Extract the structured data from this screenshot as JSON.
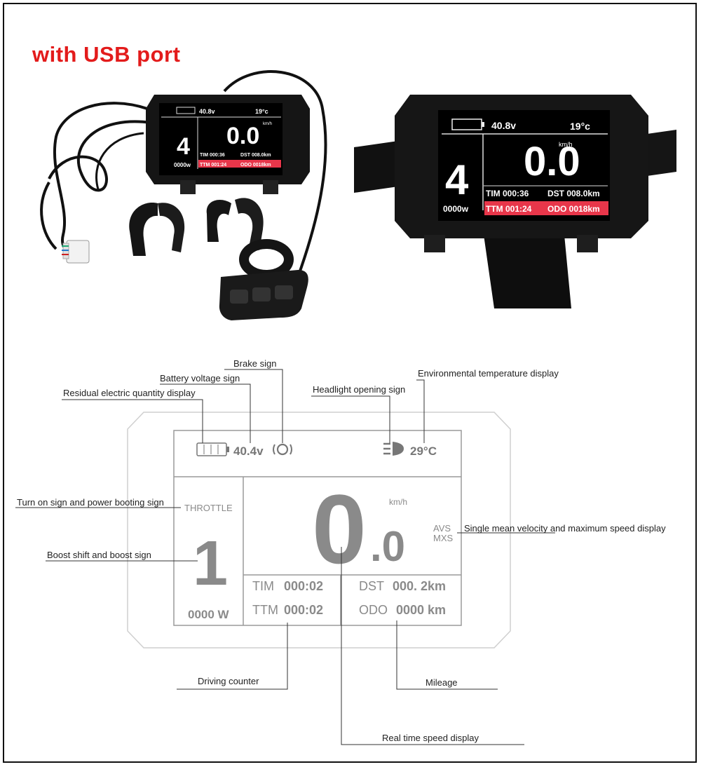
{
  "title": "with USB port",
  "photo_left": {
    "voltage": "40.8v",
    "temperature": "19",
    "temp_unit": "°c",
    "speed_unit": "km/h",
    "speed": "0.0",
    "gear": "4",
    "power": "0000w",
    "tim": "TIM 000:36",
    "dst": "DST 008.0km",
    "ttm": "TTM 001:24",
    "odo": "ODO 0018km"
  },
  "photo_right": {
    "voltage": "40.8v",
    "temperature": "19",
    "temp_unit": "°c",
    "speed_unit": "km/h",
    "speed": "0.0",
    "gear": "4",
    "power": "0000w",
    "tim": "TIM 000:36",
    "dst": "DST 008.0km",
    "ttm": "TTM 001:24",
    "odo": "ODO 0018km"
  },
  "diagram": {
    "voltage": "40.4v",
    "temperature": "29°C",
    "throttle": "THROTTLE",
    "speed_unit": "km/h",
    "speed_int": "0",
    "speed_dec": ".0",
    "avs": "AVS",
    "mxs": "MXS",
    "gear": "1",
    "power": "0000 W",
    "tim_label": "TIM",
    "tim_value": "000:02",
    "ttm_label": "TTM",
    "ttm_value": "000:02",
    "dst_label": "DST",
    "dst_value": "000. 2km",
    "odo_label": "ODO",
    "odo_value": "0000 km"
  },
  "annotations": {
    "brake": "Brake sign",
    "battery_voltage": "Battery voltage sign",
    "residual": "Residual electric quantity display",
    "headlight": "Headlight opening sign",
    "env_temp": "Environmental temperature display",
    "turn_on": "Turn on sign and power booting sign",
    "boost": "Boost shift and boost sign",
    "mean_velocity": "Single mean velocity and maximum speed display",
    "driving_counter": "Driving counter",
    "mileage": "Mileage",
    "realtime": "Real time speed display"
  },
  "colors": {
    "title_red": "#e31b1b",
    "lcd_red_bar": "#e8364a",
    "diagram_gray": "#8a8a8a",
    "lcd_black": "#000000"
  }
}
